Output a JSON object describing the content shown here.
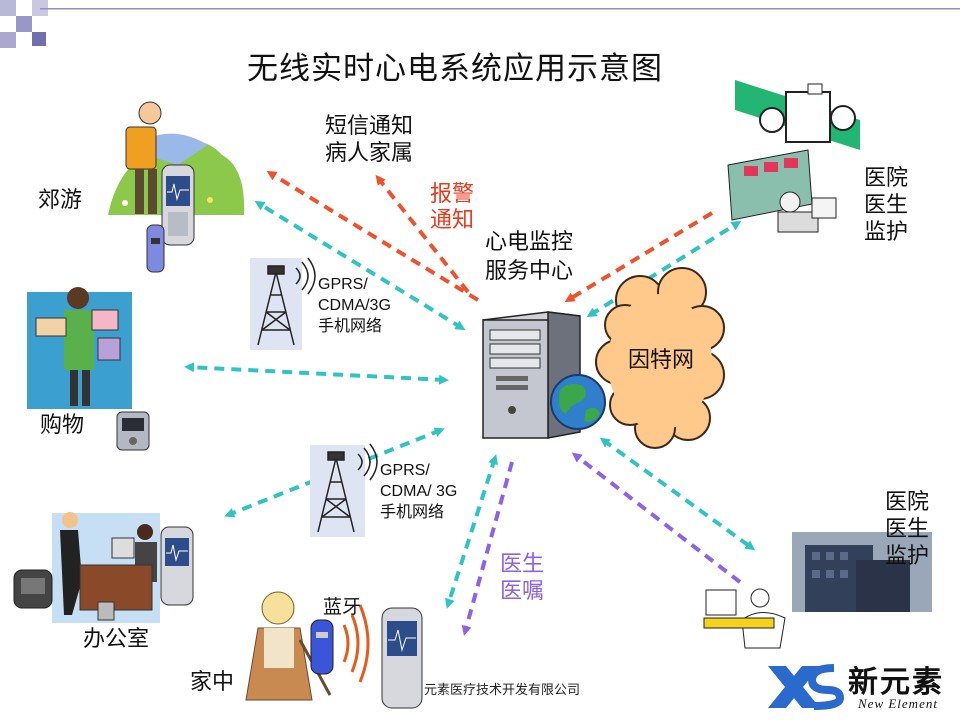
{
  "title": "无线实时心电系统应用示意图",
  "center": {
    "line1": "心电监控",
    "line2": "服务中心"
  },
  "internet": "因特网",
  "alarm": {
    "line1": "报警",
    "line2": "通知"
  },
  "sms": {
    "line1": "短信通知",
    "line2": "病人家属"
  },
  "doctor_orders": {
    "line1": "医生",
    "line2": "医嘱"
  },
  "locations": {
    "outing": "郊游",
    "shopping": "购物",
    "office": "办公室",
    "home": "家中"
  },
  "bluetooth": "蓝牙",
  "hospital_top": {
    "line1": "医院",
    "line2": "医生",
    "line3": "监护"
  },
  "hospital_bottom": {
    "line1": "医院",
    "line2": "医生",
    "line3": "监护"
  },
  "network_top": {
    "line1": "GPRS/",
    "line2": "CDMA/3G",
    "line3": "手机网络"
  },
  "network_bottom": {
    "line1": "GPRS/",
    "line2": "CDMA/ 3G",
    "line3": "手机网络"
  },
  "footer": "元素医疗技术开发有限公司",
  "brand": {
    "chinese": "新元素",
    "english": "New Element",
    "mark": "XS"
  },
  "colors": {
    "alarm": "#f0512a",
    "data": "#2ec4c4",
    "orders": "#8a63e8",
    "bullet": "#9090c8"
  }
}
